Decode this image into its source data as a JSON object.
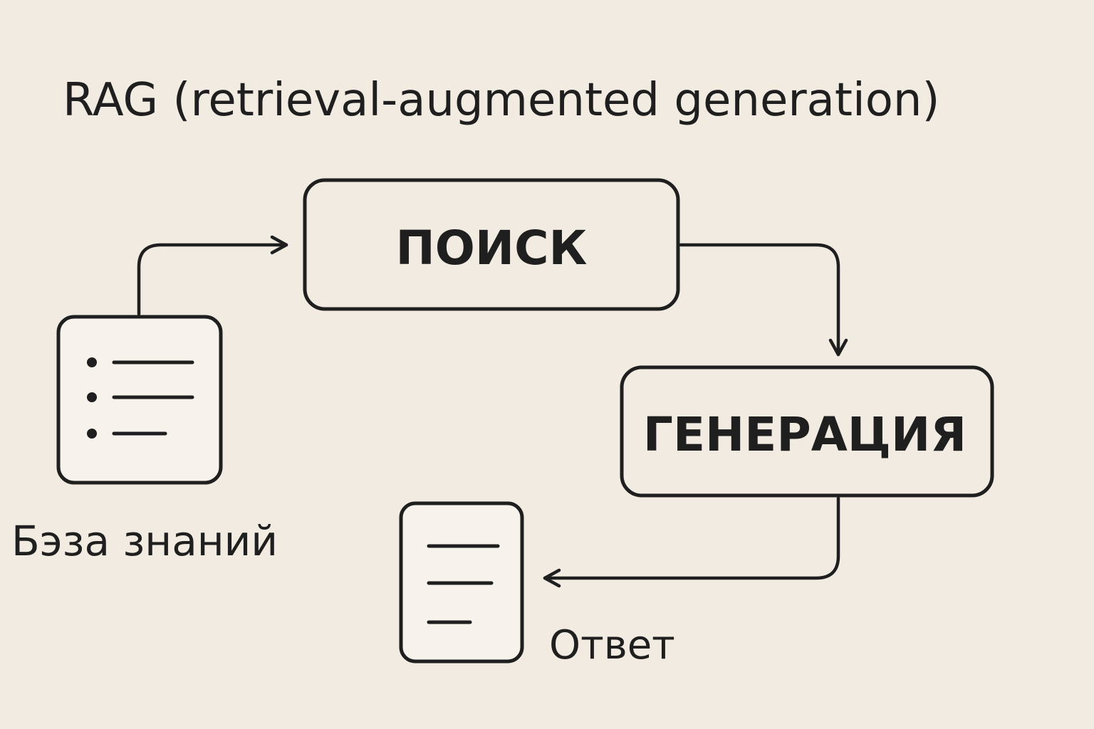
{
  "diagram": {
    "title": "RAG (retrieval-augmented generation)",
    "nodes": {
      "search": "ПОИСК",
      "generation": "ГЕНЕРАЦИЯ",
      "knowledge_base": "Бэза знаний",
      "answer": "Ответ"
    },
    "colors": {
      "background": "#F1EBE1",
      "stroke": "#1f1f1f",
      "card_fill": "#F7F3EC"
    }
  }
}
